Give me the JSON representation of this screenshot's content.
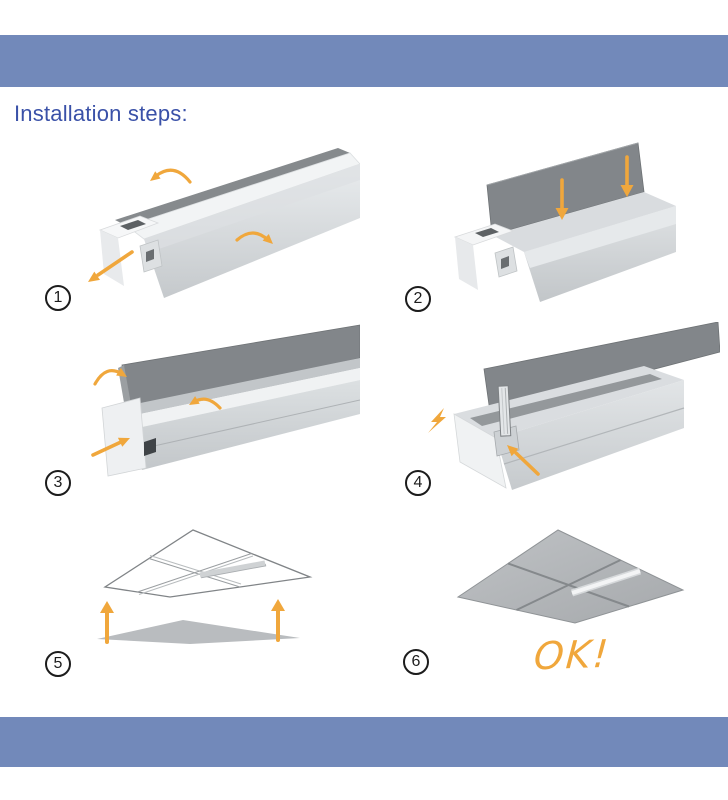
{
  "header": {
    "title": "Installation steps:"
  },
  "colors": {
    "band_blue": "#7289ba",
    "title_blue": "#3a51a8",
    "accent_orange": "#f0a73c",
    "panel_gray": "#82868a",
    "badge_black": "#1c1c1c"
  },
  "steps": [
    {
      "number": "1"
    },
    {
      "number": "2"
    },
    {
      "number": "3"
    },
    {
      "number": "4"
    },
    {
      "number": "5"
    },
    {
      "number": "6",
      "label": "OK!"
    }
  ]
}
